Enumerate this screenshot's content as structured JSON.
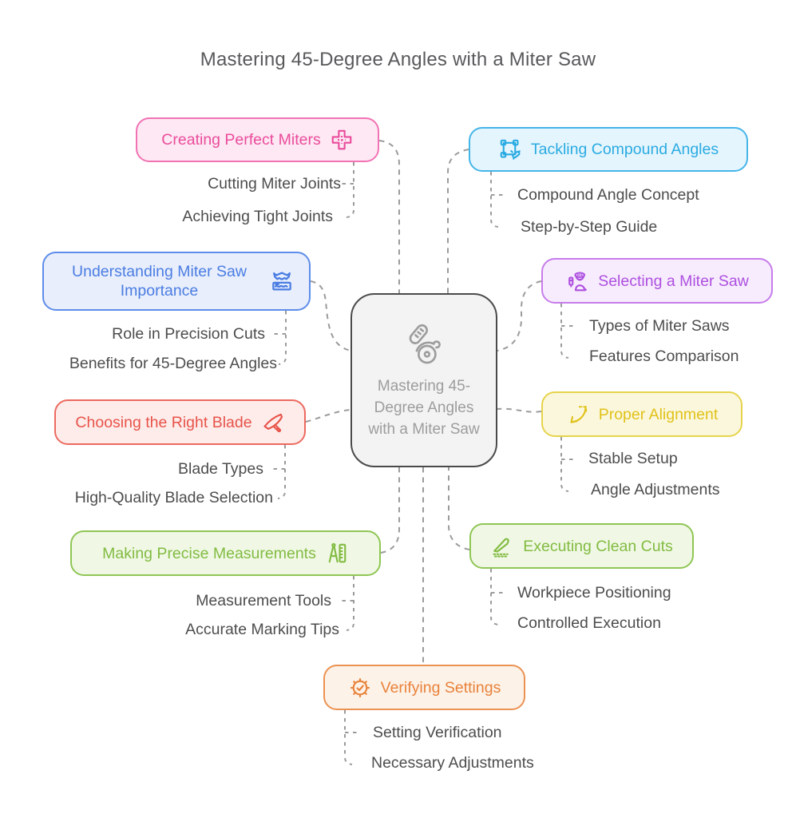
{
  "title": "Mastering 45-Degree Angles with a Miter Saw",
  "connector_color": "#9b9b9b",
  "center": {
    "label": "Mastering 45-Degree Angles with a Miter Saw",
    "icon": "circular-saw-icon",
    "background": "#f3f3f3",
    "border": "#4a4a4a",
    "text_color": "#9d9d9d"
  },
  "branches": [
    {
      "key": "creating-perfect-miters",
      "label": "Creating Perfect Miters",
      "icon": "cross-icon",
      "color": "#ea4c9c",
      "border": "#f173b4",
      "background": "#fde8f3",
      "children": [
        "Cutting Miter Joints",
        "Achieving Tight Joints"
      ]
    },
    {
      "key": "tackling-compound-angles",
      "label": "Tackling Compound Angles",
      "icon": "transform-icon",
      "color": "#2aabe2",
      "border": "#45b5e8",
      "background": "#e5f5fd",
      "children": [
        "Compound Angle Concept",
        "Step-by-Step Guide"
      ]
    },
    {
      "key": "understanding-miter-saw-importance",
      "label": "Understanding Miter Saw Importance",
      "icon": "saw-wood-icon",
      "color": "#4a7de2",
      "border": "#5e8dea",
      "background": "#e8eefc",
      "children": [
        "Role in Precision Cuts",
        "Benefits for 45-Degree Angles"
      ]
    },
    {
      "key": "selecting-a-miter-saw",
      "label": "Selecting a Miter Saw",
      "icon": "carpenter-icon",
      "color": "#ae4fe0",
      "border": "#c77ceb",
      "background": "#f7ecfd",
      "children": [
        "Types of Miter Saws",
        "Features Comparison"
      ]
    },
    {
      "key": "choosing-the-right-blade",
      "label": "Choosing the Right Blade",
      "icon": "knife-icon",
      "color": "#e8534a",
      "border": "#ec6a60",
      "background": "#fdecea",
      "children": [
        "Blade Types",
        "High-Quality Blade Selection"
      ]
    },
    {
      "key": "proper-alignment",
      "label": "Proper Alignment",
      "icon": "angle-arrow-icon",
      "color": "#e0c21a",
      "border": "#e6d34b",
      "background": "#fbf7dc",
      "children": [
        "Stable Setup",
        "Angle Adjustments"
      ]
    },
    {
      "key": "making-precise-measurements",
      "label": "Making Precise Measurements",
      "icon": "compass-ruler-icon",
      "color": "#82bb41",
      "border": "#8fc655",
      "background": "#f0f8e5",
      "children": [
        "Measurement Tools",
        "Accurate Marking Tips"
      ]
    },
    {
      "key": "executing-clean-cuts",
      "label": "Executing Clean Cuts",
      "icon": "scalpel-icon",
      "color": "#82bb41",
      "border": "#8fc655",
      "background": "#f0f8e5",
      "children": [
        "Workpiece Positioning",
        "Controlled Execution"
      ]
    },
    {
      "key": "verifying-settings",
      "label": "Verifying Settings",
      "icon": "gear-check-icon",
      "color": "#e8823a",
      "border": "#eb9252",
      "background": "#fdf2e8",
      "children": [
        "Setting Verification",
        "Necessary Adjustments"
      ]
    }
  ]
}
